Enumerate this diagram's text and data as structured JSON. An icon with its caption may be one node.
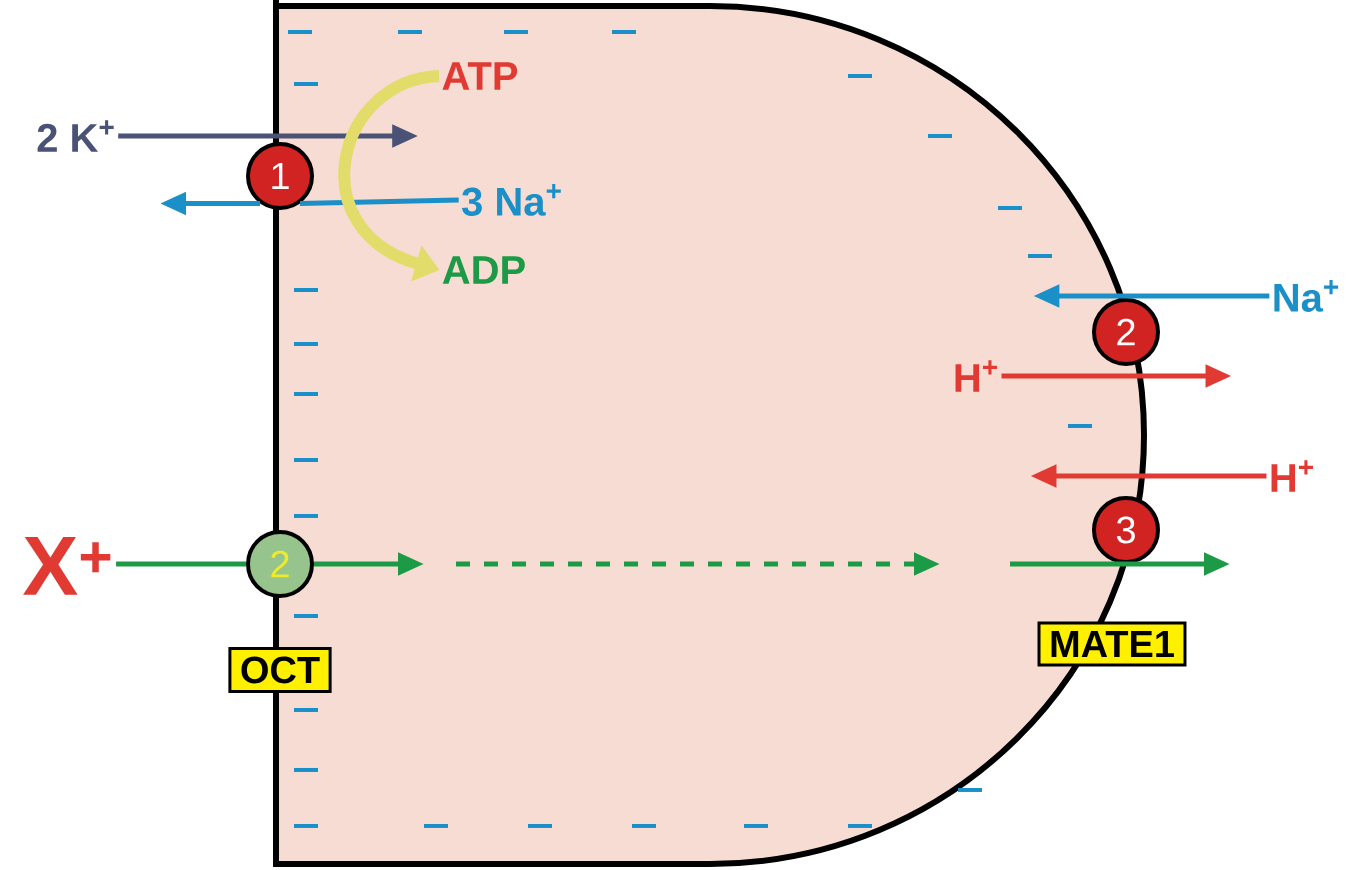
{
  "diagram": {
    "nodes": [
      {
        "text": [
          "1"
        ]
      },
      {
        "text": [
          "2"
        ],
        "beside": [
          "OCT"
        ]
      },
      {
        "text": [
          "2"
        ]
      },
      {
        "text": [
          "3"
        ],
        "beside": [
          "MATE1"
        ]
      },
      {
        "text": [
          "2 K$^{+}$"
        ]
      },
      {
        "text": [
          "ATP"
        ]
      },
      {
        "text": [
          "3 Na$^{+}$"
        ]
      },
      {
        "text": [
          "ADP"
        ]
      },
      {
        "text": [
          "Na$^{+}$"
        ]
      },
      {
        "text": [
          "H$^{+}$"
        ]
      },
      {
        "text": [
          "H$^{+}$"
        ]
      },
      {
        "text": [
          "X$^{+}$"
        ]
      }
    ],
    "edges": [
      {
        "from": 4,
        "to": null,
        "arrow": "to",
        "color": "#4a5275"
      },
      {
        "from": 6,
        "to": 0,
        "arrow": "none",
        "color": "#1b8fc8"
      },
      {
        "from": 0,
        "to": null,
        "arrow": "to",
        "color": "#1b8fc8"
      },
      {
        "from": 5,
        "to": 7,
        "arrow": "to",
        "style": "thick",
        "color": "#e2dc6a"
      },
      {
        "from": 8,
        "to": null,
        "arrow": "to",
        "color": "#1b8fc8"
      },
      {
        "from": 9,
        "to": null,
        "arrow": "to",
        "color": "#e03a33"
      },
      {
        "from": 10,
        "to": null,
        "arrow": "to",
        "color": "#e03a33"
      },
      {
        "from": 11,
        "to": 1,
        "arrow": "none",
        "color": "#1d9a45"
      },
      {
        "from": 1,
        "to": null,
        "arrow": "to",
        "color": "#1d9a45"
      }
    ]
  }
}
